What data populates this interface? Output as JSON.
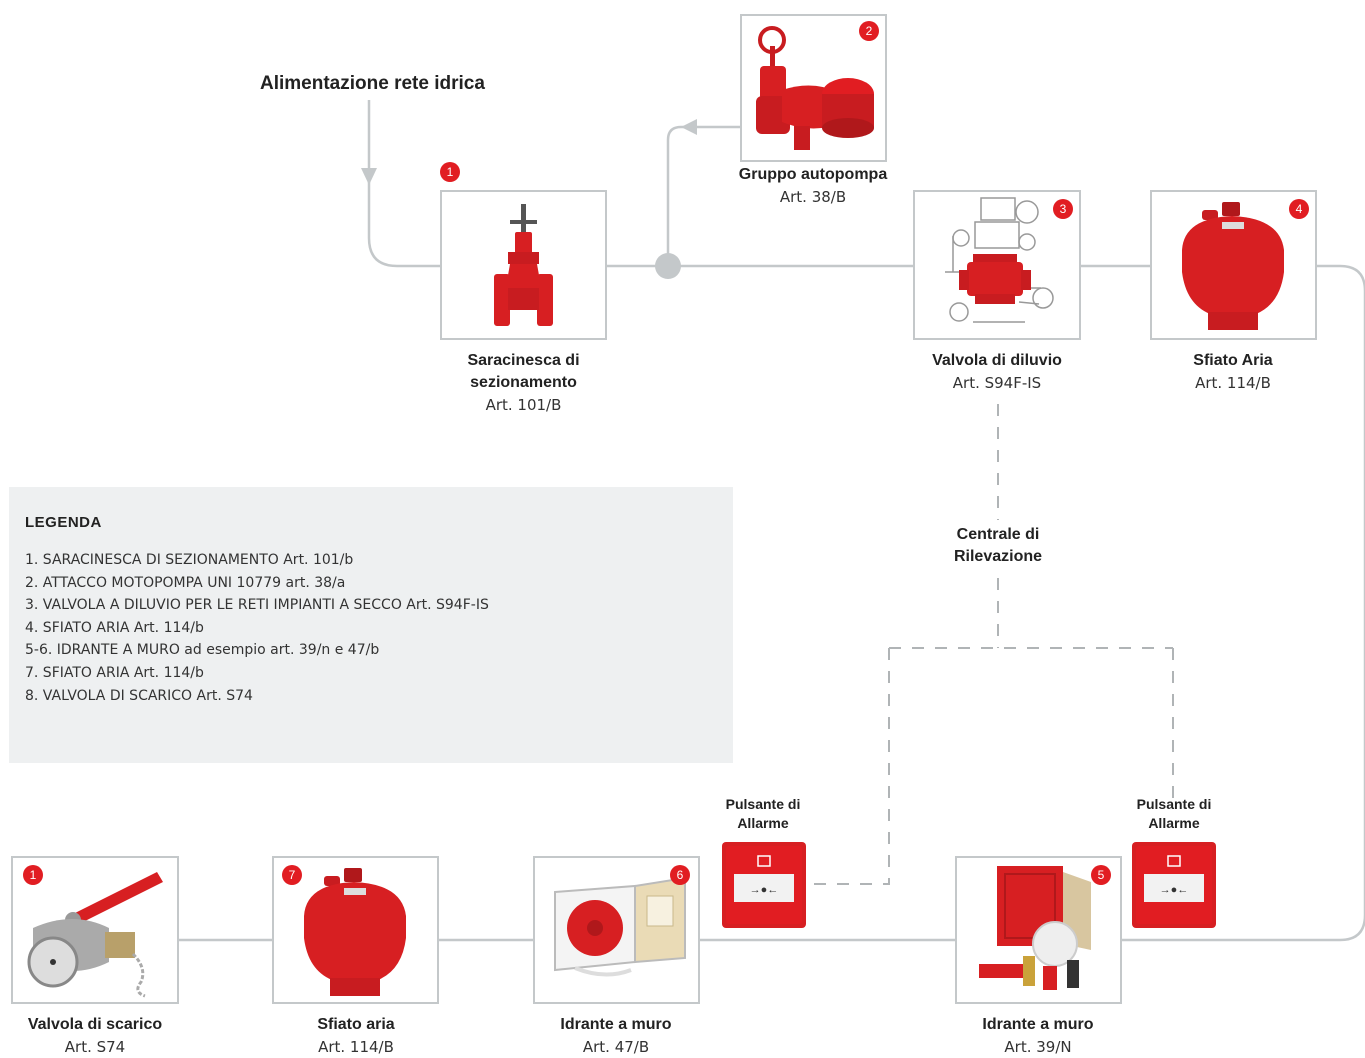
{
  "supply_title": "Alimentazione rete idrica",
  "central_label": "Centrale di\nRilevazione",
  "alarm_buttons": [
    {
      "label_line1": "Pulsante di",
      "label_line2": "Allarme"
    },
    {
      "label_line1": "Pulsante di",
      "label_line2": "Allarme"
    }
  ],
  "components": [
    {
      "id": "saracinesca",
      "badge": "1",
      "name_line1": "Saracinesca di",
      "name_line2": "sezionamento",
      "art": "Art. 101/B",
      "icon": "gate-valve-icon"
    },
    {
      "id": "autopompa",
      "badge": "2",
      "name_line1": "Gruppo autopompa",
      "name_line2": "",
      "art": "Art. 38/B",
      "icon": "pump-connection-icon"
    },
    {
      "id": "diluvio",
      "badge": "3",
      "name_line1": "Valvola di diluvio",
      "name_line2": "",
      "art": "Art. S94F-IS",
      "icon": "deluge-valve-icon"
    },
    {
      "id": "sfiato-top",
      "badge": "4",
      "name_line1": "Sfiato Aria",
      "name_line2": "",
      "art": "Art. 114/B",
      "icon": "air-vent-icon"
    },
    {
      "id": "scarico",
      "badge": "1",
      "name_line1": "Valvola di scarico",
      "name_line2": "",
      "art": "Art. S74",
      "icon": "drain-valve-icon"
    },
    {
      "id": "sfiato-bottom",
      "badge": "7",
      "name_line1": "Sfiato aria",
      "name_line2": "",
      "art": "Art. 114/B",
      "icon": "air-vent-icon"
    },
    {
      "id": "idrante-47",
      "badge": "6",
      "name_line1": "Idrante a muro",
      "name_line2": "",
      "art": "Art. 47/B",
      "icon": "hose-reel-cabinet-icon"
    },
    {
      "id": "idrante-39",
      "badge": "5",
      "name_line1": "Idrante a muro",
      "name_line2": "",
      "art": "Art. 39/N",
      "icon": "hydrant-kit-icon"
    }
  ],
  "legend": {
    "title": "LEGENDA",
    "items": [
      "1. SARACINESCA DI SEZIONAMENTO Art. 101/b",
      "2. ATTACCO MOTOPOMPA UNI 10779 art. 38/a",
      "3. VALVOLA A DILUVIO PER LE RETI IMPIANTI A SECCO Art. S94F-IS",
      "4. SFIATO ARIA Art. 114/b",
      "5-6. IDRANTE A MURO ad esempio art. 39/n e 47/b",
      "7. SFIATO ARIA Art. 114/b",
      "8. VALVOLA DI SCARICO Art. S74"
    ]
  },
  "colors": {
    "pipe": "#c4c8ca",
    "dashed": "#b0b4b6",
    "accent_red": "#e11d22",
    "legend_bg": "#eef0f1"
  }
}
